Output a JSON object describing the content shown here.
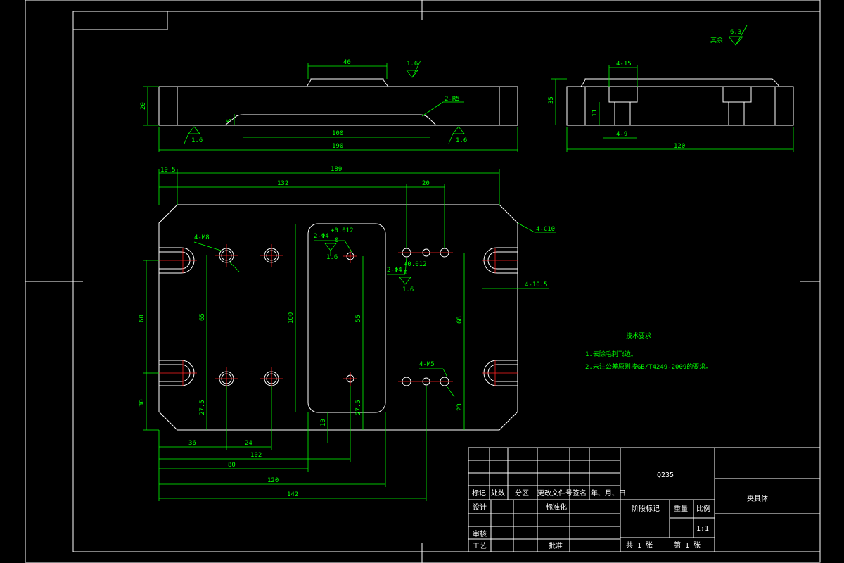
{
  "roughness_general": {
    "label": "其余",
    "value": "6.3"
  },
  "front_view": {
    "dims": {
      "top_width": "40",
      "slot_len": "100",
      "overall_len": "190",
      "height": "20",
      "depth": "5",
      "fillet": "2-R5"
    },
    "roughness": [
      "1.6",
      "1.6",
      "1.6"
    ]
  },
  "side_view": {
    "dims": {
      "top_slot": "4-15",
      "bottom_slot": "4-9",
      "height": "35",
      "step": "11",
      "width": "120"
    }
  },
  "plan_view": {
    "dims": {
      "d10_5": "10.5",
      "d189": "189",
      "d132": "132",
      "d20": "20",
      "chamfer": "4-C10",
      "m8": "4-M8",
      "m5": "4-M5",
      "slot_w": "4-10.5",
      "pin1_label": "2-Φ4",
      "pin1_tol": "+0.012",
      "pin1_tol2": "0",
      "pin2_label": "2-Φ4",
      "pin2_tol": "+0.012",
      "pin2_tol2": "0",
      "v60": "60",
      "v65": "65",
      "v100": "100",
      "v55": "55",
      "v68": "68",
      "v30": "30",
      "v27_5a": "27.5",
      "v10": "10",
      "v27_5b": "27.5",
      "v23": "23",
      "h36": "36",
      "h24": "24",
      "h102": "102",
      "h80": "80",
      "h120": "120",
      "h142": "142"
    },
    "roughness": [
      "1.6",
      "1.6"
    ]
  },
  "tech_req": {
    "title": "技术要求",
    "items": [
      "1.去除毛刺飞边。",
      "2.未注公差原则按GB/T4249-2009的要求。"
    ]
  },
  "title_block": {
    "material": "Q235",
    "part_name": "夹具体",
    "headers": [
      "标记",
      "处数",
      "分区",
      "更改文件号",
      "签名",
      "年、月、日"
    ],
    "design": "设计",
    "standardization": "标准化",
    "stage_mark": "阶段标记",
    "weight": "重量",
    "scale_label": "比例",
    "scale": "1:1",
    "review": "审核",
    "process": "工艺",
    "approve": "批准",
    "sheet_total": "共  1  张",
    "sheet_no": "第  1  张"
  }
}
